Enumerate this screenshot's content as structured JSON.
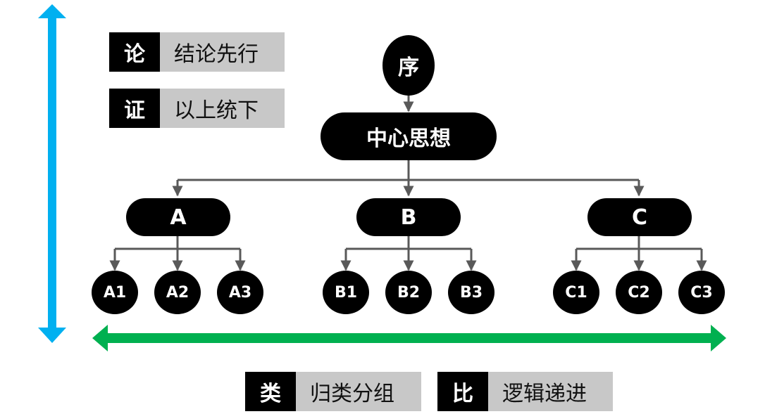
{
  "colors": {
    "node_fill": "#000000",
    "node_text": "#ffffff",
    "connector": "#595959",
    "vertical_arrow": "#00b0f0",
    "horizontal_arrow": "#00b050",
    "tag_value_bg": "#c8c8c8"
  },
  "tags": {
    "lun": {
      "key": "论",
      "value": "结论先行"
    },
    "zheng": {
      "key": "证",
      "value": "以上统下"
    },
    "lei": {
      "key": "类",
      "value": "归类分组"
    },
    "bi": {
      "key": "比",
      "value": "逻辑递进"
    }
  },
  "tree": {
    "preface": "序",
    "central": "中心思想",
    "groups": [
      {
        "label": "A",
        "children": [
          "A1",
          "A2",
          "A3"
        ]
      },
      {
        "label": "B",
        "children": [
          "B1",
          "B2",
          "B3"
        ]
      },
      {
        "label": "C",
        "children": [
          "C1",
          "C2",
          "C3"
        ]
      }
    ]
  }
}
